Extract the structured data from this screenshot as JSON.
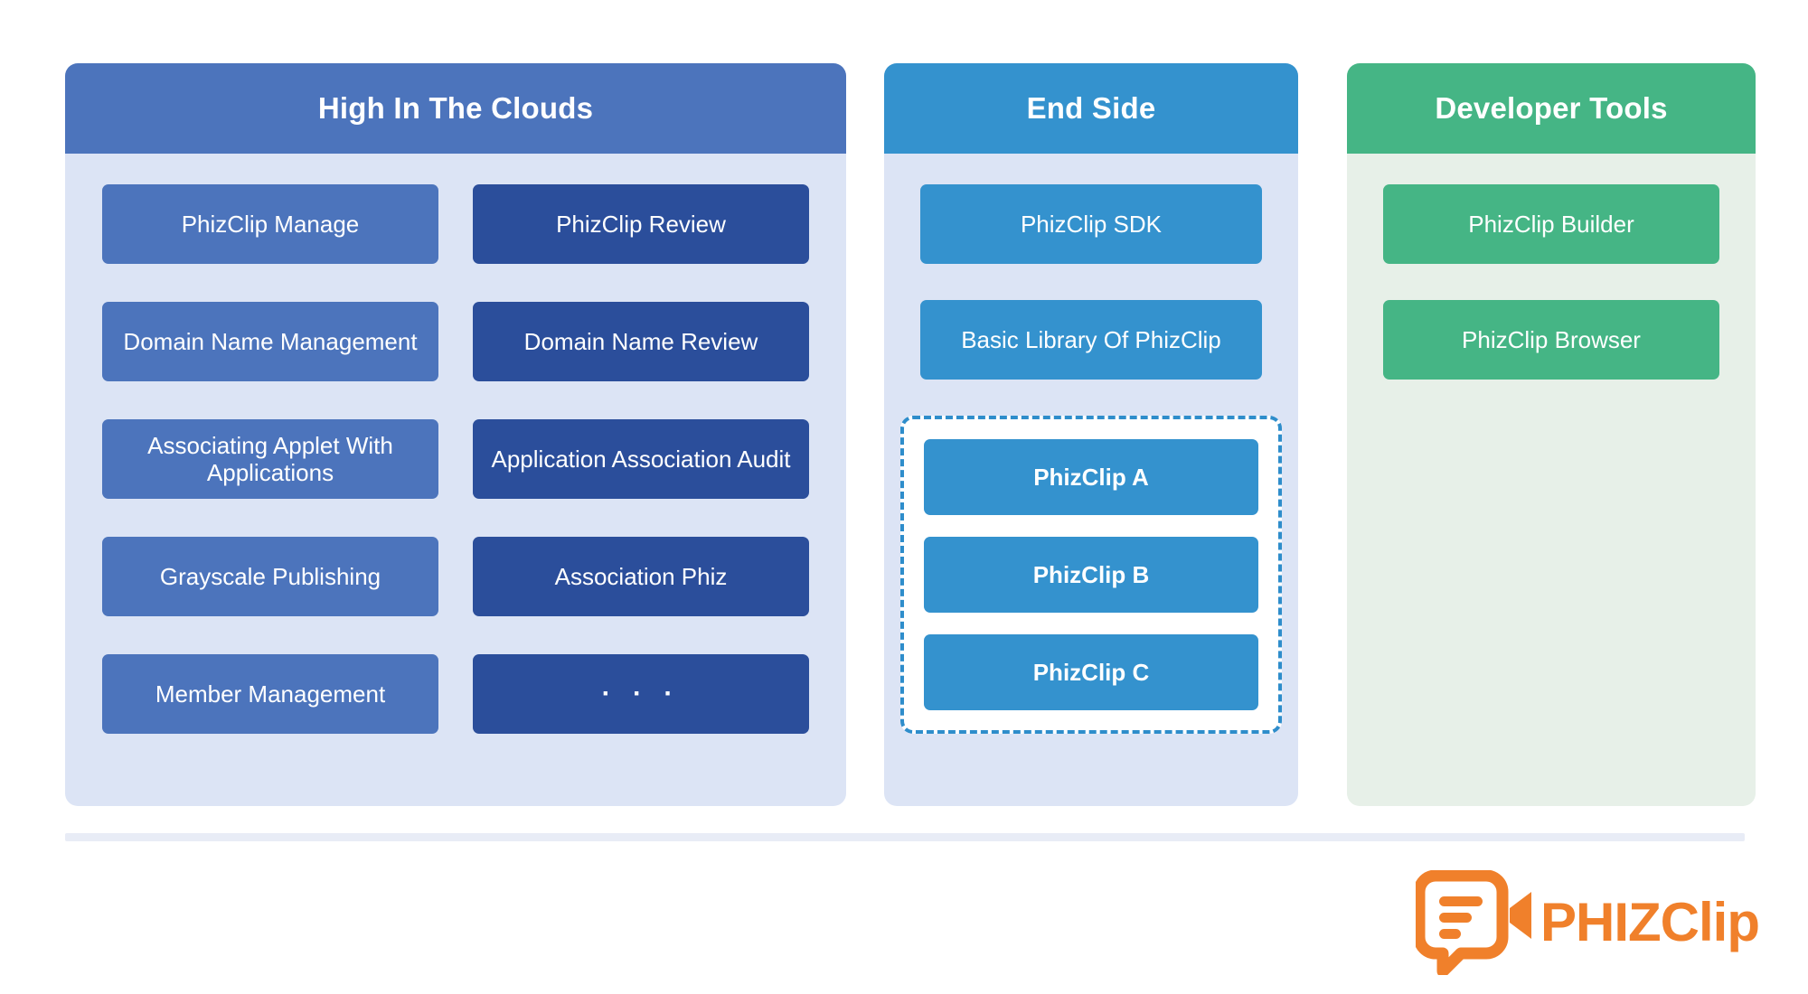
{
  "columns": [
    {
      "id": "clouds",
      "title": "High In The Clouds",
      "header_color": "#4C74BC",
      "body_color": "#DCE4F5",
      "layout": "two-column-grid",
      "items": [
        {
          "label": "PhizClip Manage",
          "color": "#4C74BC",
          "variant": "light-blue"
        },
        {
          "label": "PhizClip Review",
          "color": "#2B4E9B",
          "variant": "dark-blue"
        },
        {
          "label": "Domain Name Management",
          "color": "#4C74BC",
          "variant": "light-blue"
        },
        {
          "label": "Domain Name Review",
          "color": "#2B4E9B",
          "variant": "dark-blue"
        },
        {
          "label": "Associating Applet With Applications",
          "color": "#4C74BC",
          "variant": "light-blue"
        },
        {
          "label": "Application Association Audit",
          "color": "#2B4E9B",
          "variant": "dark-blue"
        },
        {
          "label": "Grayscale Publishing",
          "color": "#4C74BC",
          "variant": "light-blue"
        },
        {
          "label": "Association Phiz",
          "color": "#2B4E9B",
          "variant": "dark-blue"
        },
        {
          "label": "Member Management",
          "color": "#4C74BC",
          "variant": "light-blue"
        },
        {
          "label": "· · ·",
          "color": "#2B4E9B",
          "variant": "dark-blue"
        }
      ]
    },
    {
      "id": "endside",
      "title": "End Side",
      "header_color": "#3492CE",
      "body_color": "#DCE4F5",
      "layout": "stack-with-dashed-group",
      "items": [
        {
          "label": "PhizClip SDK",
          "color": "#3492CE"
        },
        {
          "label": "Basic Library Of PhizClip",
          "color": "#3492CE"
        }
      ],
      "grouped": {
        "border_color": "#2E8DCB",
        "border_style": "dashed",
        "background": "#FFFFFF",
        "items": [
          {
            "label": "PhizClip A",
            "color": "#3492CE"
          },
          {
            "label": "PhizClip B",
            "color": "#3492CE"
          },
          {
            "label": "PhizClip C",
            "color": "#3492CE"
          }
        ]
      }
    },
    {
      "id": "devtools",
      "title": "Developer Tools",
      "header_color": "#45B585",
      "body_color": "#E7F0E8",
      "layout": "stack",
      "items": [
        {
          "label": "PhizClip Builder",
          "color": "#45B585"
        },
        {
          "label": "PhizClip Browser",
          "color": "#45B585"
        }
      ]
    }
  ],
  "footer": {
    "divider_color": "#E8ECF6",
    "logo": {
      "icon_name": "phizclip-speech-bubble-camera-icon",
      "text": "PHIZClip",
      "color": "#F0802B"
    }
  }
}
